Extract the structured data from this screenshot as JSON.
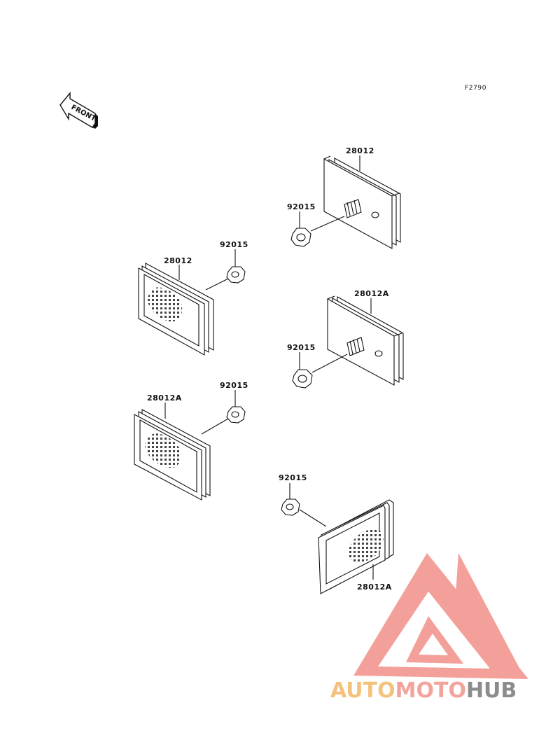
{
  "diagram_code": "F2790",
  "front_marker": "FRONT",
  "labels": {
    "p1_reflector": "28012",
    "p1_nut": "92015",
    "p2_reflector": "28012",
    "p2_nut": "92015",
    "p3_reflector": "28012A",
    "p3_nut": "92015",
    "p4_reflector": "28012A",
    "p4_nut": "92015",
    "p5_nut": "92015",
    "p5_reflector": "28012A"
  },
  "watermark": {
    "part1": "AUTO",
    "part2": "MOTO",
    "part3": "HUB"
  },
  "colors": {
    "line": "#111111",
    "watermark_red": "#f08a80",
    "watermark_orange": "#f5c27e",
    "watermark_gray": "#8c8c8c"
  }
}
